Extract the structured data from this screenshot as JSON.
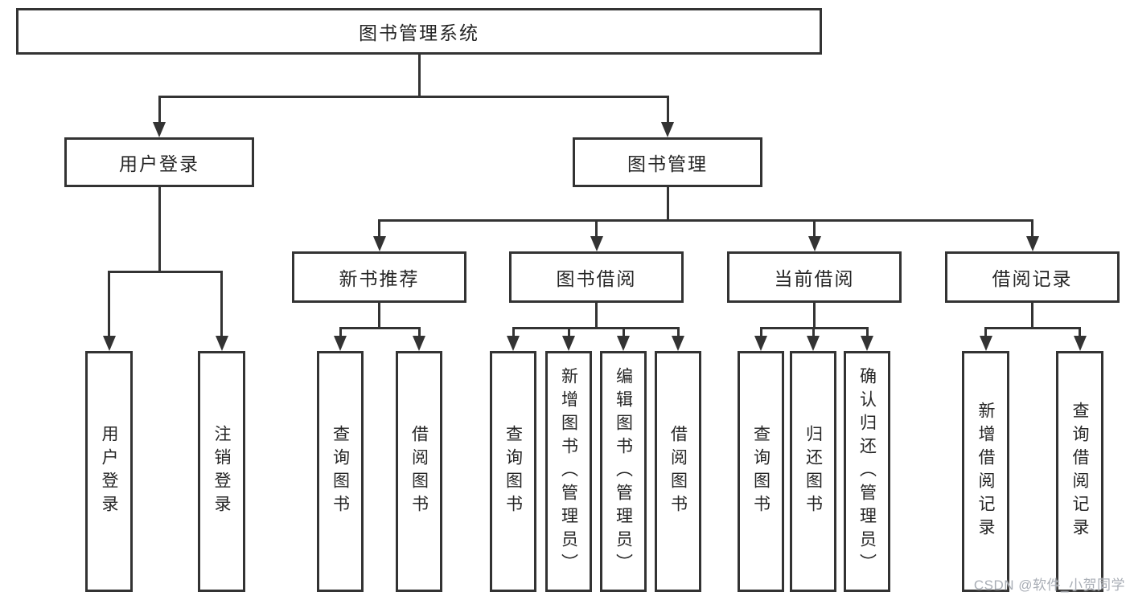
{
  "diagram": {
    "root": {
      "label": "图书管理系统"
    },
    "branches": {
      "user_login": {
        "label": "用户登录",
        "children": [
          {
            "label": "用户登录"
          },
          {
            "label": "注销登录"
          }
        ]
      },
      "book_management": {
        "label": "图书管理",
        "sections": {
          "new_book_recommend": {
            "label": "新书推荐",
            "children": [
              {
                "label": "查询图书"
              },
              {
                "label": "借阅图书"
              }
            ]
          },
          "book_borrow": {
            "label": "图书借阅",
            "children": [
              {
                "label": "查询图书"
              },
              {
                "label": "新增图书（管理员）"
              },
              {
                "label": "编辑图书（管理员）"
              },
              {
                "label": "借阅图书"
              }
            ]
          },
          "current_borrow": {
            "label": "当前借阅",
            "children": [
              {
                "label": "查询图书"
              },
              {
                "label": "归还图书"
              },
              {
                "label": "确认归还（管理员）"
              }
            ]
          },
          "borrow_record": {
            "label": "借阅记录",
            "children": [
              {
                "label": "新增借阅记录"
              },
              {
                "label": "查询借阅记录"
              }
            ]
          }
        }
      }
    },
    "watermark": "CSDN @软件_小贺同学",
    "colors": {
      "line": "#333333",
      "text": "#262626",
      "watermark": "#a9aeb6",
      "background": "#ffffff"
    }
  }
}
